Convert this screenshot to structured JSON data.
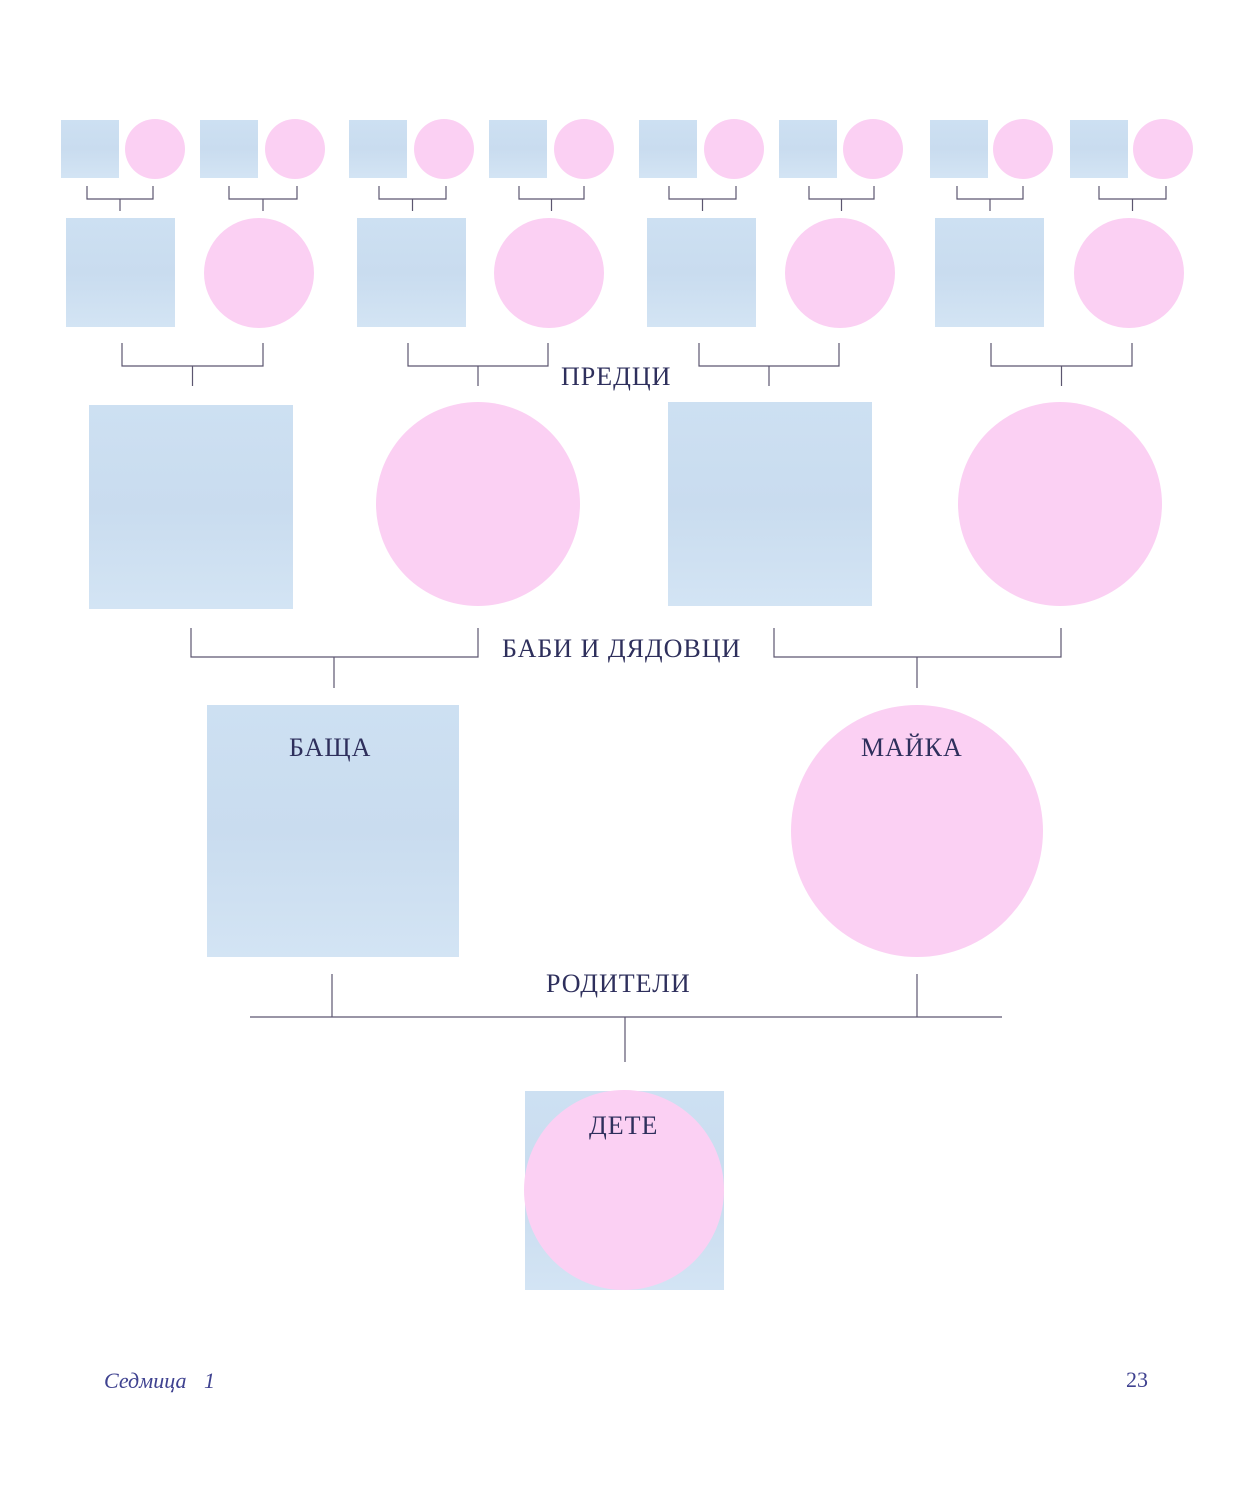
{
  "labels": {
    "ancestors": "ПРЕДЦИ",
    "grandparents": "БАБИ И ДЯДОВЦИ",
    "parents": "РОДИТЕЛИ",
    "father": "БАЩА",
    "mother": "МАЙКА",
    "child": "ДЕТЕ"
  },
  "footer": {
    "section": "Седмица",
    "section_number": "1",
    "page_number": "23"
  },
  "colors": {
    "male": "#cfe0f1",
    "female": "#fbd0f3",
    "line": "#5c5670",
    "text": "#2e2f5c",
    "footer": "#3f4290"
  },
  "legend_semantics": {
    "square": "male",
    "circle": "female"
  }
}
